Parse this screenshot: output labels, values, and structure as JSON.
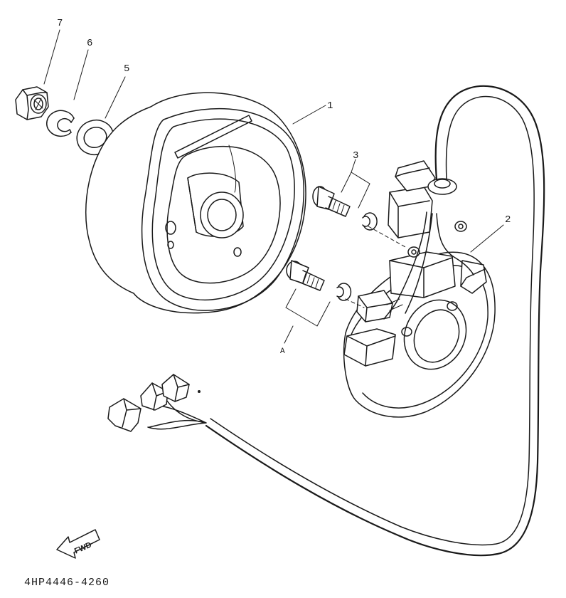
{
  "callouts": {
    "p1": "1",
    "p2": "2",
    "p3": "3",
    "p5": "5",
    "p6": "6",
    "p7": "7",
    "a": "A"
  },
  "direction_arrow": {
    "label": "FWD"
  },
  "diagram_code": "4HP4446-4260",
  "icons": [
    "fwd-arrow-icon"
  ]
}
